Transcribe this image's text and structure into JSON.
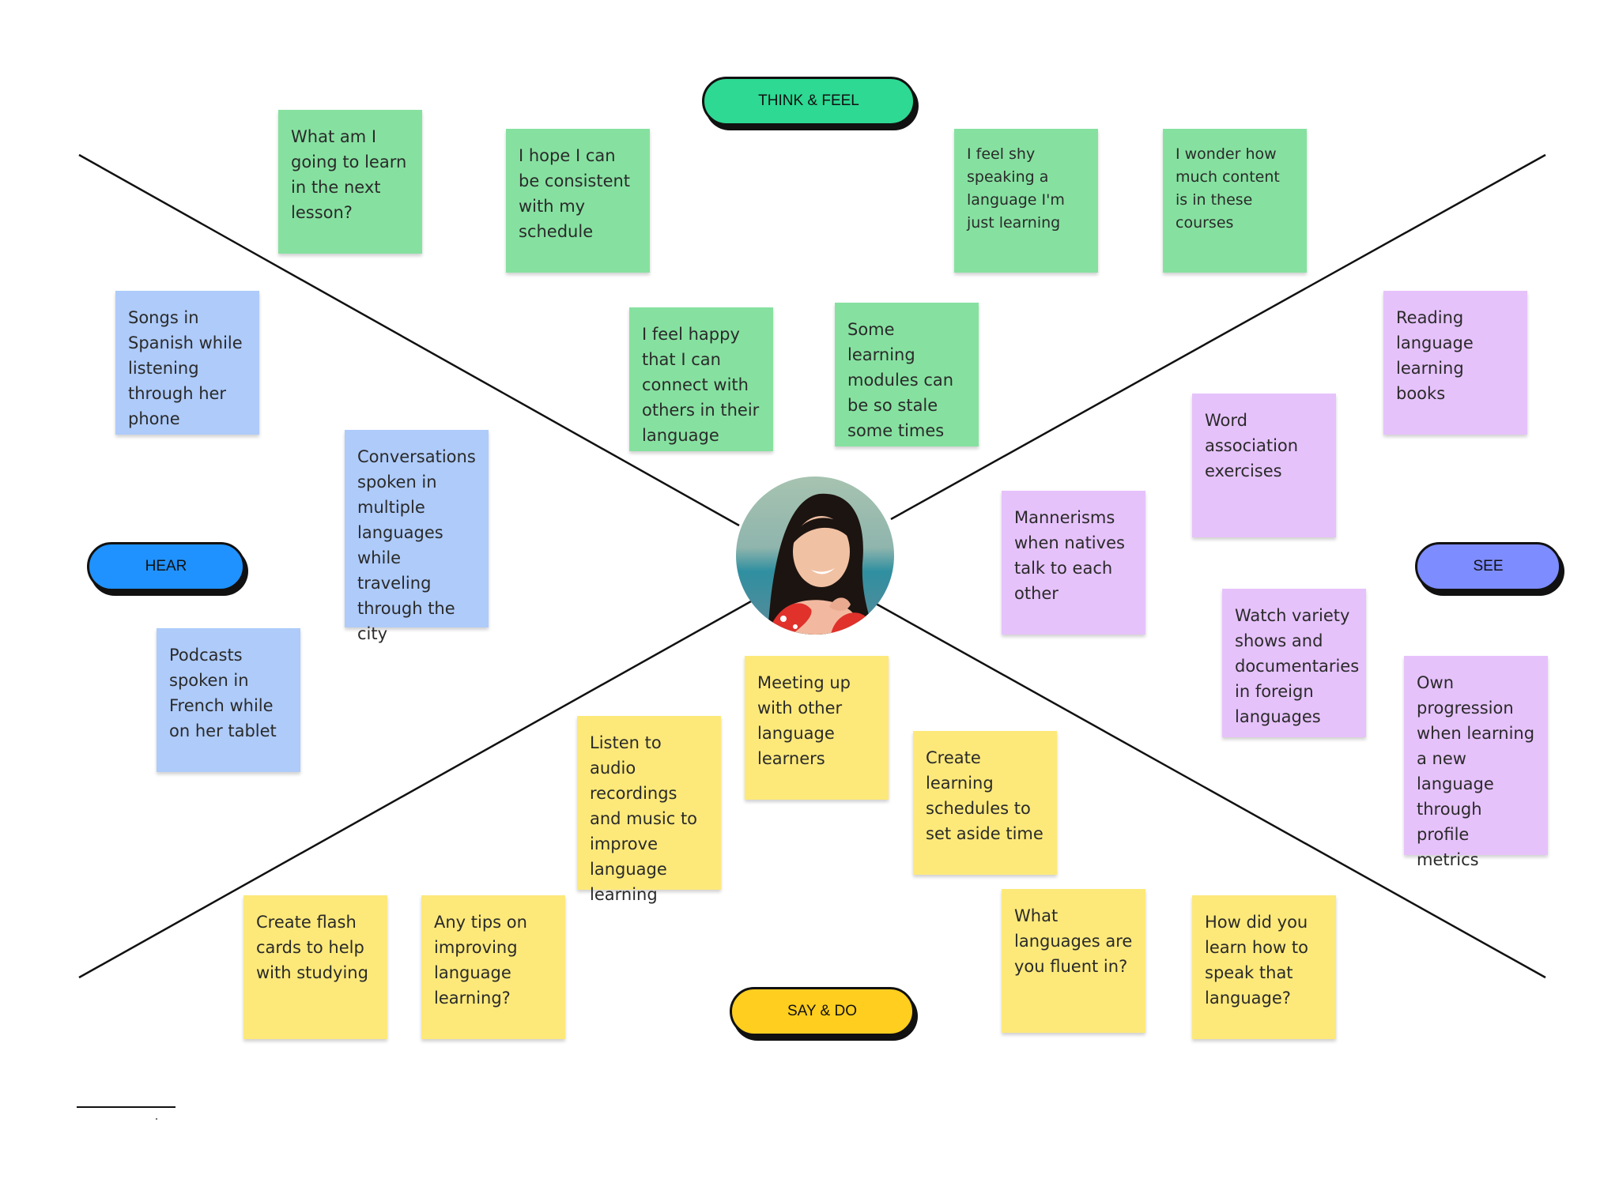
{
  "colors": {
    "green": "#86e1a0",
    "blue": "#aecbfa",
    "purple": "#e6c2fb",
    "yellow": "#fde97a",
    "think_feel": "#2dd993",
    "hear": "#1f92ff",
    "see": "#7d8cff",
    "say_do": "#ffce1f"
  },
  "sections": {
    "think_feel": "THINK & FEEL",
    "hear": "HEAR",
    "see": "SEE",
    "say_do": "SAY & DO"
  },
  "avatar": {
    "icon": "person-photo"
  },
  "notes": {
    "think_feel": [
      "What am I going to learn in the next lesson?",
      "I hope I can be consistent with my schedule",
      "I feel shy speaking a language I'm just learning",
      "I wonder how much content is in these courses",
      "I feel happy that I can connect with others in their language",
      "Some learning modules can be so stale some times"
    ],
    "hear": [
      "Songs in Spanish while listening through her phone",
      "Conversations spoken in multiple languages while traveling through the city",
      "Podcasts spoken in French while on her tablet"
    ],
    "see": [
      "Reading language learning books",
      "Word association exercises",
      "Mannerisms when natives talk to each other",
      "Watch variety shows and documentaries in foreign languages",
      "Own progression when learning a new language through profile metrics"
    ],
    "say_do": [
      "Meeting up with other language learners",
      "Listen to audio recordings and music to improve language learning",
      "Create learning schedules to set aside time",
      "Create flash cards to help with studying",
      "Any tips on improving language learning?",
      "What languages are you fluent in?",
      "How did you learn how to speak that language?"
    ]
  }
}
